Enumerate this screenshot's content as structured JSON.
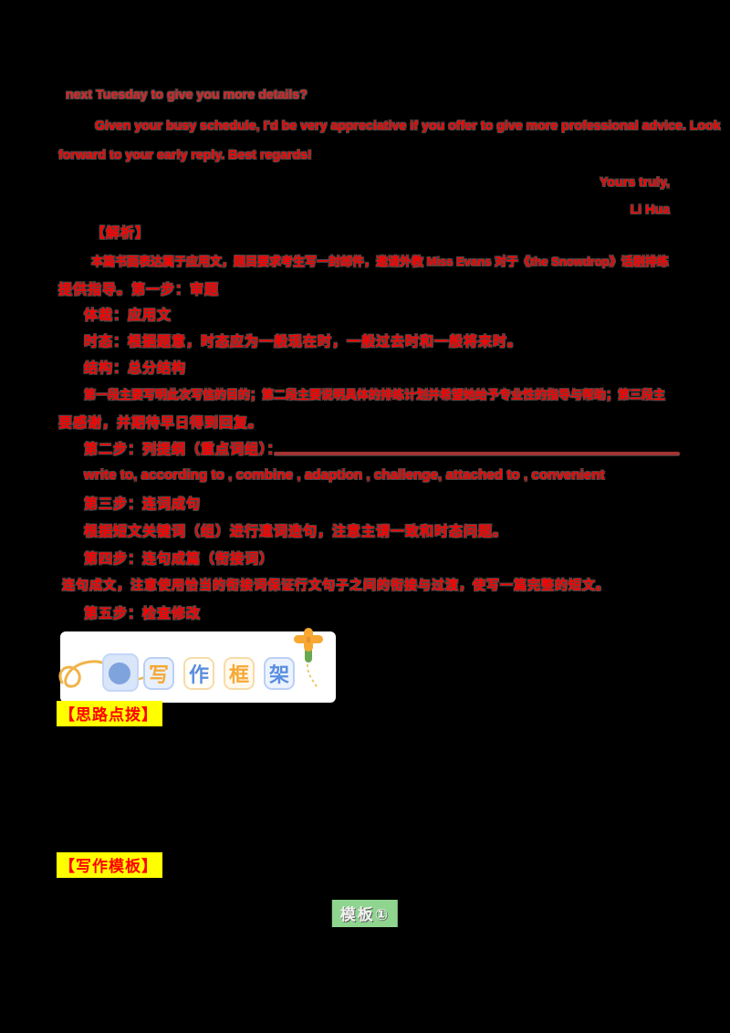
{
  "colors": {
    "text_red": "#ff0000",
    "divider_maroon": "#a03333",
    "highlight_yellow": "#ffff00",
    "highlight_green": "#8fd48f",
    "banner_orange": "#f6a833",
    "banner_blue": "#5a8ee0"
  },
  "letter": {
    "line1": "next Tuesday to give you more details?",
    "line2": "Given your busy schedule, I'd be very appreciative if you offer to give more professional advice. Look",
    "line3": "forward to your early reply. Best regards!",
    "closing": "Yours truly,",
    "signature": "Li Hua"
  },
  "analysis": {
    "heading": "【解析】",
    "para1_line1": "本篇书面表达属于应用文，题目要求考生写一封邮件，邀请外教 Miss Evans 对于《the Snowdrop》话剧排练",
    "para1_line2": "提供指导。第一步：审题",
    "genre": "体裁：应用文",
    "tense": "时态：根据题意，时态应为一般现在时，一般过去时和一般将来时。",
    "structure": "结构：总分结构",
    "outline_line1": "第一段主要写明此次写信的目的；第二段主要说明具体的排练计划并希望她给予专业性的指导与帮助；第三段主",
    "outline_line2": "要感谢，并期待早日得到回复。",
    "step2": "第二步：列提纲（重点词组）：",
    "key_phrases": "write to, according to , combine , adaption , challenge, attached to , convenient",
    "step3": "第三步：连词成句",
    "step3_note": "根据短文关键词（组）进行遣词造句，注意主谓一致和时态问题。",
    "step4": "第四步：连句成篇（衔接词）",
    "step4_note": "连句成文，注意使用恰当的衔接词保证行文句子之间的衔接与过渡，使写一篇完整的短文。",
    "step5": "第五步：检查修改"
  },
  "banner": {
    "chars": [
      "写",
      "作",
      "框",
      "架"
    ],
    "icons": [
      "thread-icon",
      "yarn-ball-icon",
      "flower-icon"
    ]
  },
  "labels": {
    "hints": "【思路点拨】",
    "template_section": "【写作模板】",
    "template1": "模板①"
  }
}
